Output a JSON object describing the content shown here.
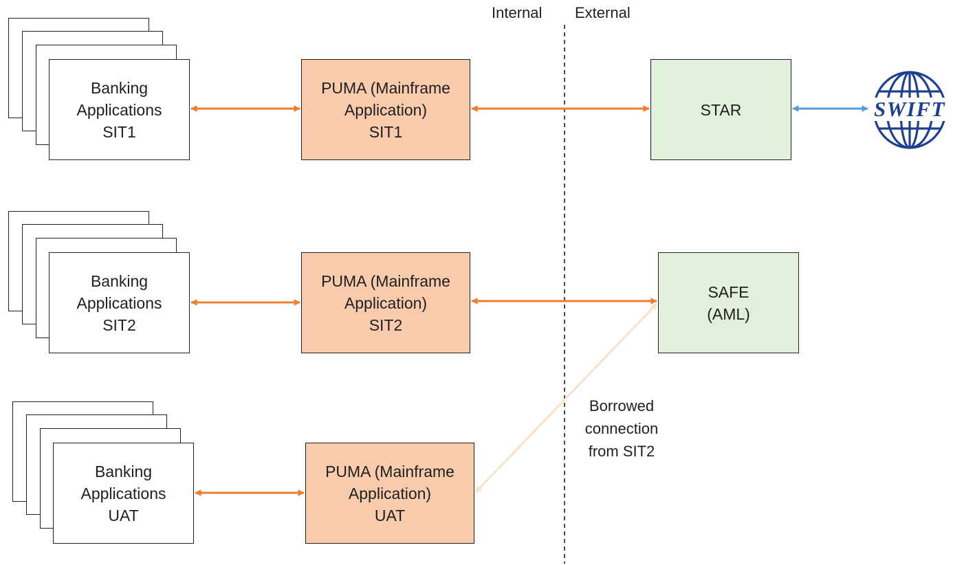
{
  "zones": {
    "internal": "Internal",
    "external": "External"
  },
  "rows": [
    {
      "banking": [
        "Banking",
        "Applications",
        "SIT1"
      ],
      "puma": [
        "PUMA (Mainframe",
        "Application)",
        "SIT1"
      ]
    },
    {
      "banking": [
        "Banking",
        "Applications",
        "SIT2"
      ],
      "puma": [
        "PUMA (Mainframe",
        "Application)",
        "SIT2"
      ]
    },
    {
      "banking": [
        "Banking",
        "Applications",
        "UAT"
      ],
      "puma": [
        "PUMA (Mainframe",
        "Application)",
        "UAT"
      ]
    }
  ],
  "external_systems": {
    "star": "STAR",
    "safe": [
      "SAFE",
      "(AML)"
    ]
  },
  "swift_logo": {
    "text": "SWIFT",
    "color": "#1f3f8f"
  },
  "note": [
    "Borrowed",
    "connection",
    "from SIT2"
  ],
  "colors": {
    "orange_arrow": "#ed7d31",
    "pale_arrow": "#fbe0cc",
    "blue_arrow": "#5b9bd5",
    "puma_fill": "#f8cbad",
    "external_fill": "#e2efda",
    "swift_blue": "#1f3f8f"
  }
}
